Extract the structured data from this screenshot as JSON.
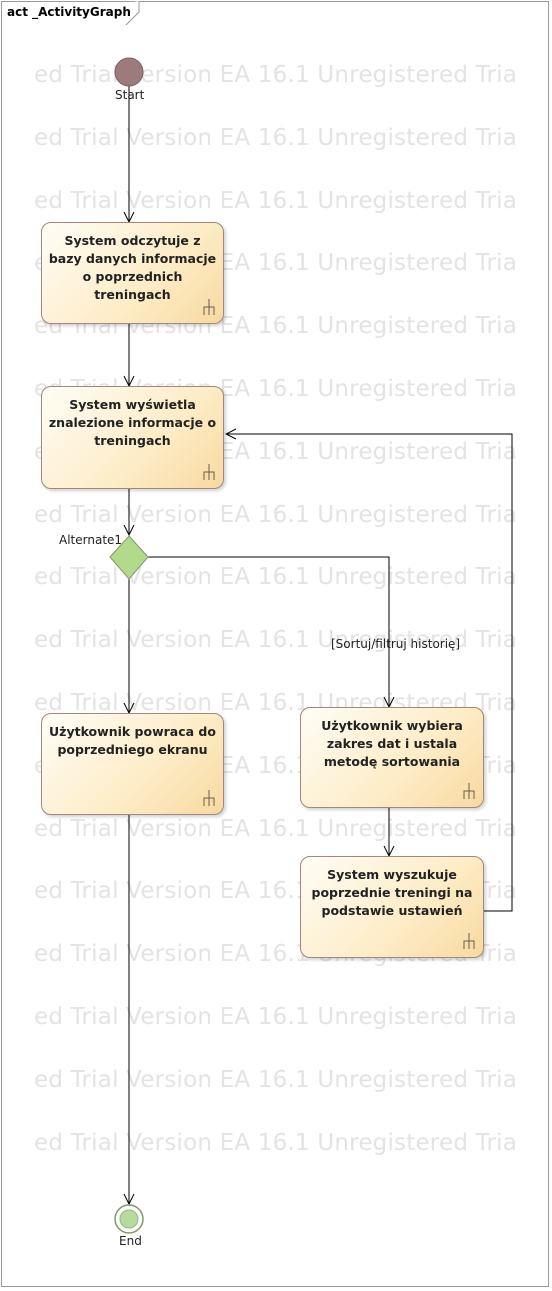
{
  "frame": {
    "title": "act _ActivityGraph"
  },
  "watermark": {
    "text": "ed Trial Version  EA 16.1 Unregistered Trial Version  EA 16.1 Unregistered Trial Version"
  },
  "nodes": {
    "start": {
      "label": "Start"
    },
    "end": {
      "label": "End"
    },
    "decision": {
      "label": "Alternate1"
    },
    "read_db": {
      "label": "System odczytuje z bazy danych informacje o poprzednich treningach"
    },
    "show_info": {
      "label": "System wyświetla znalezione informacje o treningach"
    },
    "go_back": {
      "label": "Użytkownik powraca do poprzedniego ekranu"
    },
    "choose_range": {
      "label": "Użytkownik wybiera zakres dat i ustala metodę sortowania"
    },
    "search": {
      "label": "System wyszukuje poprzednie treningi na podstawie ustawień"
    }
  },
  "edges": {
    "sort_guard": "[Sortuj/filtruj historię]"
  },
  "colors": {
    "start_node": "#9b7b7b",
    "end_node": "#b5dc9c",
    "decision": "#b2d98c",
    "action_border": "#a5867a"
  }
}
